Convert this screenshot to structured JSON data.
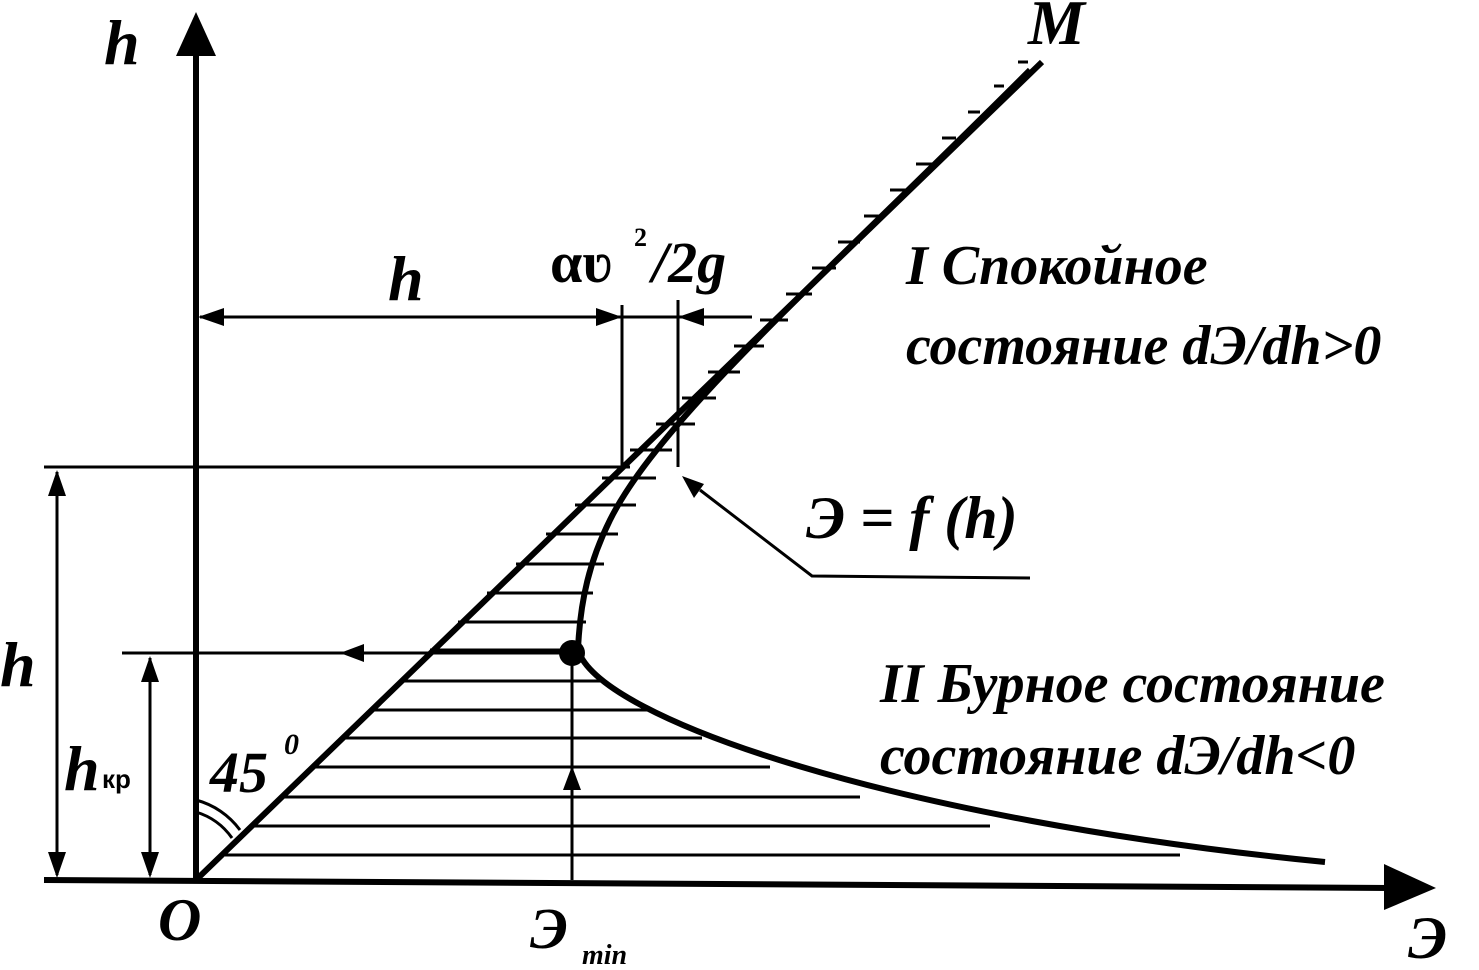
{
  "labels": {
    "axis_h": "h",
    "axis_e": "Э",
    "point_m": "M",
    "origin": "O",
    "h_top": "h",
    "h_left": "h",
    "h_kr": "h",
    "h_kr_sub": "кр",
    "angle": "45",
    "angle_sup": "0",
    "e_min": "Э",
    "e_min_sub": "min",
    "velocity_alpha_v": "αʋ",
    "velocity_sup": "2",
    "velocity_rest": "/2g",
    "curve_label": "Э = f (h)"
  },
  "zones": {
    "calm_line1": "I Спокойное",
    "calm_line2": "состояние dЭ/dh>0",
    "turbulent_line1": "II Бурное состояние",
    "turbulent_line2": "состояние dЭ/dh<0"
  }
}
